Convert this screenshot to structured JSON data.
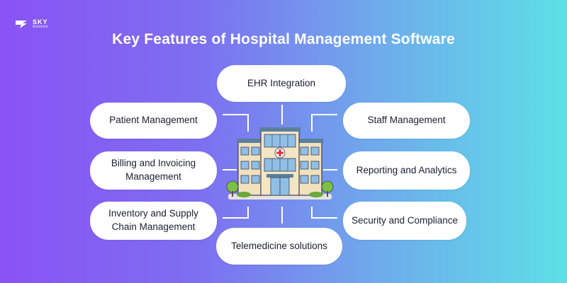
{
  "brand": {
    "name": "SKY",
    "sub": "Solution"
  },
  "title": "Key Features of Hospital Management Software",
  "features": {
    "ehr": "EHR Integration",
    "patient": "Patient Management",
    "staff": "Staff Management",
    "billing": "Billing and Invoicing Management",
    "reporting": "Reporting and Analytics",
    "inventory": "Inventory and Supply Chain Management",
    "security": "Security and Compliance",
    "telemedicine": "Telemedicine solutions"
  },
  "colors": {
    "line": "#ffffff",
    "building": "#8fbfe6",
    "cross": "#e0303a",
    "foliage": "#7cc043"
  }
}
